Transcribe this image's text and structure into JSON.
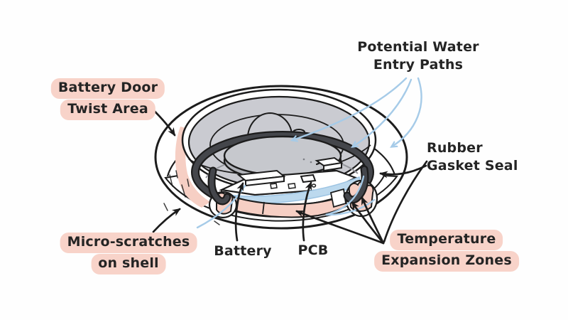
{
  "title": "Round tracker device water-ingress diagram",
  "labels": {
    "potential_water": {
      "line1": "Potential Water",
      "line2": "Entry Paths",
      "highlighted": false
    },
    "battery_door": {
      "line1": "Battery Door",
      "line2": "Twist Area",
      "highlighted": true
    },
    "rubber_gasket": {
      "line1": "Rubber",
      "line2": "Gasket Seal",
      "highlighted": false
    },
    "micro_scratches": {
      "line1": "Micro-scratches",
      "line2": "on shell",
      "highlighted": true
    },
    "battery": {
      "text": "Battery"
    },
    "pcb": {
      "text": "PCB"
    },
    "temperature": {
      "line1": "Temperature",
      "line2": "Expansion Zones",
      "highlighted": true
    }
  },
  "colors": {
    "highlight_pink": "#f8d3c9",
    "band_pink": "#f6cfc4",
    "lid_gray": "#cacbd1",
    "battery_gray": "#c6c8cd",
    "gasket_dark": "#44464b",
    "water_blue": "#a6cbe8",
    "layer_blue": "#bcd9ee",
    "ink": "#1c1c1c"
  }
}
